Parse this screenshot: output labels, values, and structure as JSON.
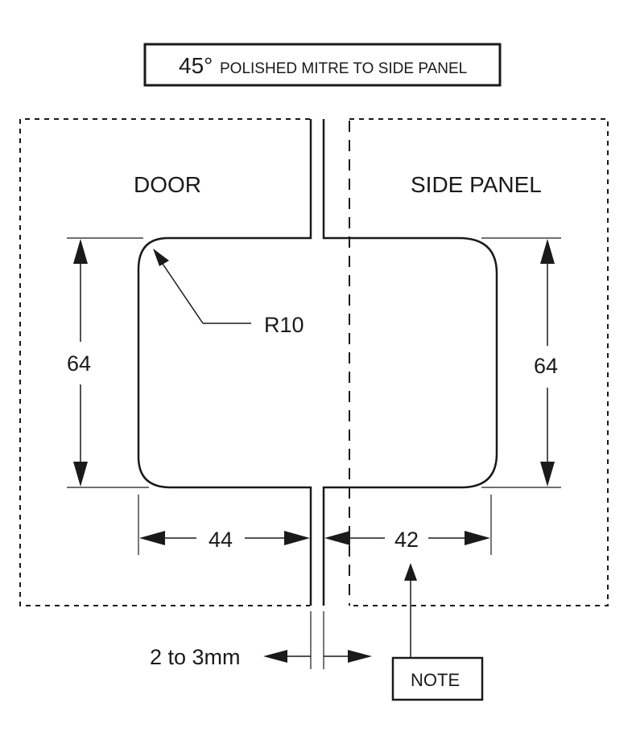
{
  "title": {
    "angle": "45°",
    "text": "POLISHED MITRE TO SIDE PANEL"
  },
  "labels": {
    "door": "DOOR",
    "side_panel": "SIDE PANEL",
    "radius": "R10",
    "gap": "2 to 3mm",
    "note": "NOTE"
  },
  "dimensions": {
    "left_height": "64",
    "right_height": "64",
    "left_width": "44",
    "right_width": "42"
  },
  "colors": {
    "line": "#1a1a1a",
    "background": "#ffffff"
  }
}
